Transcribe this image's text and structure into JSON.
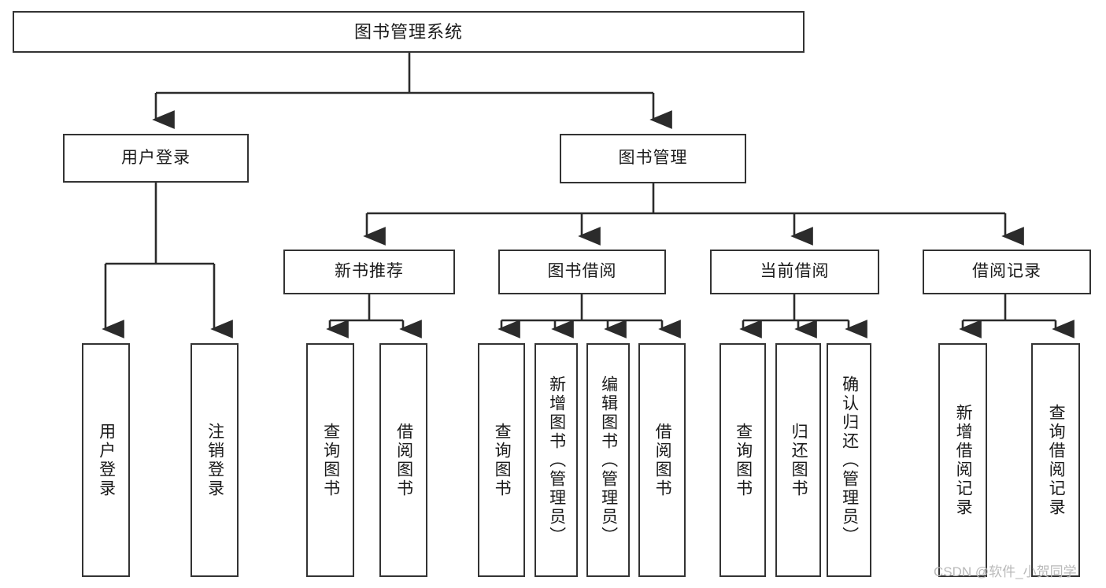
{
  "diagram": {
    "type": "tree",
    "title": "图书管理系统",
    "watermark": "CSDN @软件_小贺同学",
    "colors": {
      "box_border": "#333333",
      "box_fill": "#ffffff",
      "connector": "#2b2b2b",
      "text": "#1a1a1a",
      "watermark": "#b9b9b9"
    },
    "nodes": {
      "root": {
        "label": "图书管理系统"
      },
      "level1": [
        {
          "id": "user-login",
          "label": "用户登录"
        },
        {
          "id": "book-management",
          "label": "图书管理"
        }
      ],
      "level2": [
        {
          "id": "new-book-recommend",
          "label": "新书推荐"
        },
        {
          "id": "book-borrow",
          "label": "图书借阅"
        },
        {
          "id": "current-borrow",
          "label": "当前借阅"
        },
        {
          "id": "borrow-record",
          "label": "借阅记录"
        }
      ],
      "leaves": {
        "user_login": [
          {
            "id": "leaf-user-login",
            "label": "用户登录"
          },
          {
            "id": "leaf-logout-login",
            "label": "注销登录"
          }
        ],
        "new_book_recommend": [
          {
            "id": "leaf-query-book-1",
            "label": "查询图书"
          },
          {
            "id": "leaf-borrow-book-1",
            "label": "借阅图书"
          }
        ],
        "book_borrow": [
          {
            "id": "leaf-query-book-2",
            "label": "查询图书"
          },
          {
            "id": "leaf-add-book",
            "label": "新增图书（管理员）"
          },
          {
            "id": "leaf-edit-book",
            "label": "编辑图书（管理员）"
          },
          {
            "id": "leaf-borrow-book-2",
            "label": "借阅图书"
          }
        ],
        "current_borrow": [
          {
            "id": "leaf-query-book-3",
            "label": "查询图书"
          },
          {
            "id": "leaf-return-book",
            "label": "归还图书"
          },
          {
            "id": "leaf-confirm-return",
            "label": "确认归还（管理员）"
          }
        ],
        "borrow_record": [
          {
            "id": "leaf-add-record",
            "label": "新增借阅记录"
          },
          {
            "id": "leaf-query-record",
            "label": "查询借阅记录"
          }
        ]
      }
    }
  }
}
